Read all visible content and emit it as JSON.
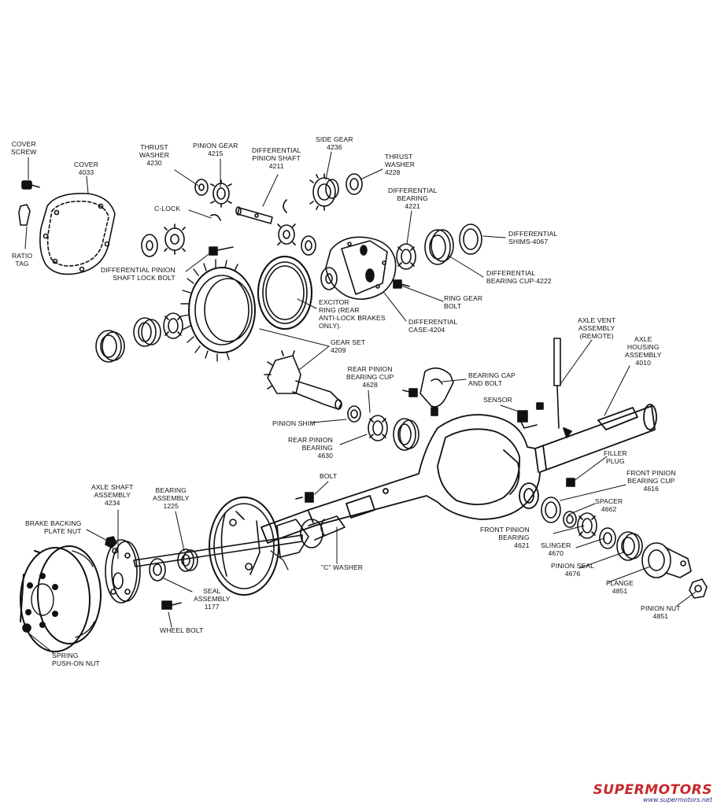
{
  "labels": {
    "cover_screw": "COVER\nSCREW",
    "cover": "COVER\n4033",
    "ratio_tag": "RATIO\nTAG",
    "thrust_washer_left": "THRUST\nWASHER\n4230",
    "pinion_gear": "PINION GEAR\n4215",
    "differential_pinion_shaft": "DIFFERENTIAL\nPINION SHAFT\n4211",
    "side_gear": "SIDE GEAR\n4236",
    "thrust_washer_right": "THRUST\nWASHER\n4228",
    "differential_bearing": "DIFFERENTIAL\nBEARING\n4221",
    "differential_shims": "DIFFERENTIAL\nSHIMS-4067",
    "c_lock": "C-LOCK",
    "shaft_lock_bolt": "DIFFERENTIAL PINION\nSHAFT LOCK BOLT",
    "differential_bearing_cup": "DIFFERENTIAL\nBEARING CUP-4222",
    "ring_gear_bolt": "RING GEAR\nBOLT",
    "excitor_ring": "EXCITOR\nRING (REAR\nANTI-LOCK BRAKES\nONLY).",
    "differential_case": "DIFFERENTIAL\nCASE-4204",
    "gear_set": "GEAR SET\n4209",
    "axle_vent": "AXLE VENT\nASSEMBLY\n(REMOTE)",
    "axle_housing": "AXLE\nHOUSING\nASSEMBLY\n4010",
    "rear_pinion_bearing_cup": "REAR PINION\nBEARING CUP\n4628",
    "bearing_cap": "BEARING CAP\nAND BOLT",
    "sensor": "SENSOR",
    "pinion_shim": "PINION SHIM",
    "rear_pinion_bearing": "REAR PINION\nBEARING\n4630",
    "filler_plug": "FILLER\nPLUG",
    "bolt": "BOLT",
    "front_pinion_bearing_cup": "FRONT PINION\nBEARING CUP\n4616",
    "axle_shaft_assembly": "AXLE SHAFT\nASSEMBLY\n4234",
    "bearing_assembly": "BEARING\nASSEMBLY\n1225",
    "spacer": "SPACER\n4662",
    "brake_backing_plate_nut": "BRAKE BACKING\nPLATE NUT",
    "front_pinion_bearing": "FRONT PINION\nBEARING\n4621",
    "c_washer": "\"C\" WASHER",
    "slinger": "SLINGER\n4670",
    "pinion_seal": "PINION SEAL\n4676",
    "seal_assembly": "SEAL\nASSEMBLY\n1177",
    "flange": "FLANGE\n4851",
    "wheel_bolt": "WHEEL BOLT",
    "pinion_nut": "PINION NUT\n4851",
    "spring_push_on_nut": "SPRING\nPUSH-ON NUT"
  },
  "watermark": {
    "brand": "SUPERMOTORS",
    "site": "www.supermotors.net"
  },
  "colors": {
    "line": "#111111",
    "brand": "#c7282c"
  }
}
